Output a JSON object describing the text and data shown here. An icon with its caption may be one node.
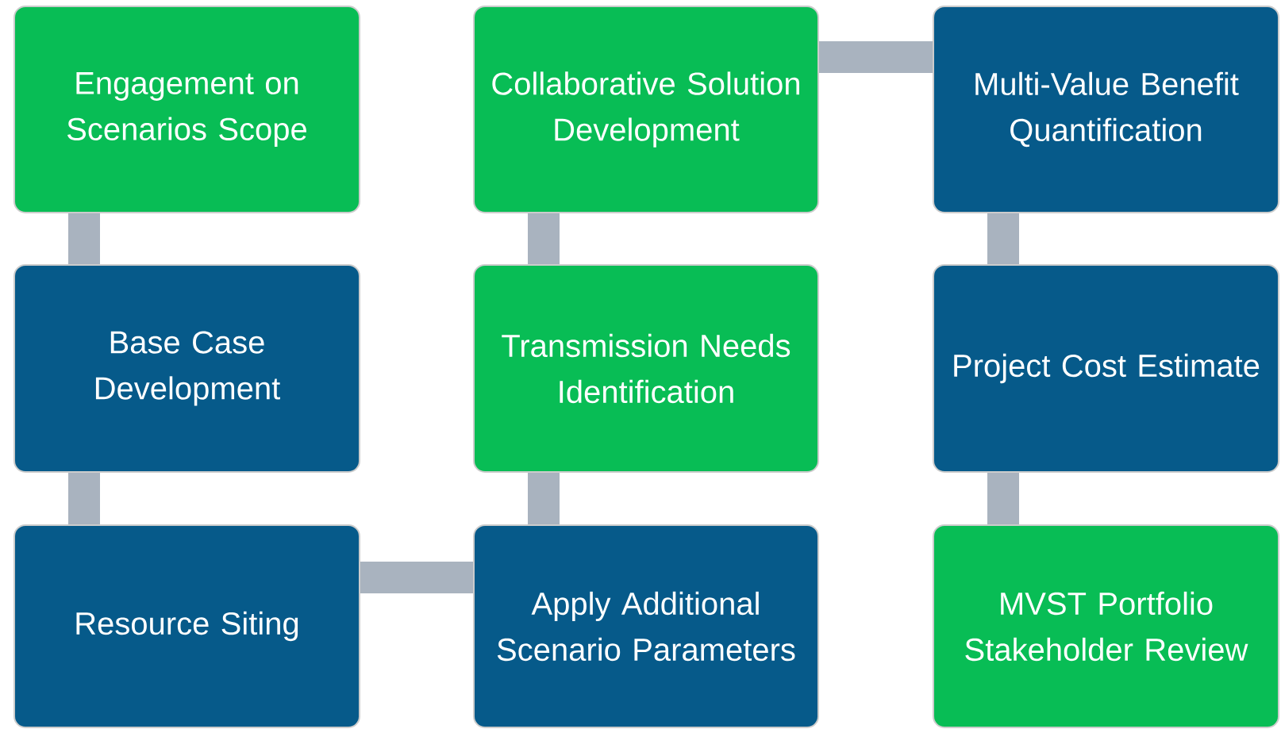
{
  "diagram": {
    "nodes": [
      {
        "text": [
          "Engagement on Scenarios Scope"
        ]
      },
      {
        "text": [
          "Collaborative Solution Development"
        ]
      },
      {
        "text": [
          "Multi-Value Benefit Quantification"
        ]
      },
      {
        "text": [
          "Base Case Development"
        ]
      },
      {
        "text": [
          "Transmission Needs Identification"
        ]
      },
      {
        "text": [
          "Project Cost Estimate"
        ]
      },
      {
        "text": [
          "Resource Siting"
        ]
      },
      {
        "text": [
          "Apply Additional Scenario Parameters"
        ]
      },
      {
        "text": [
          "MVST Portfolio Stakeholder Review"
        ]
      }
    ],
    "edges": [
      {
        "from": 0,
        "to": 3,
        "arrow": "none"
      },
      {
        "from": 3,
        "to": 6,
        "arrow": "none"
      },
      {
        "from": 6,
        "to": 7,
        "arrow": "none"
      },
      {
        "from": 7,
        "to": 4,
        "arrow": "none"
      },
      {
        "from": 4,
        "to": 1,
        "arrow": "none"
      },
      {
        "from": 1,
        "to": 2,
        "arrow": "none"
      },
      {
        "from": 2,
        "to": 5,
        "arrow": "none"
      },
      {
        "from": 5,
        "to": 8,
        "arrow": "none"
      }
    ]
  }
}
